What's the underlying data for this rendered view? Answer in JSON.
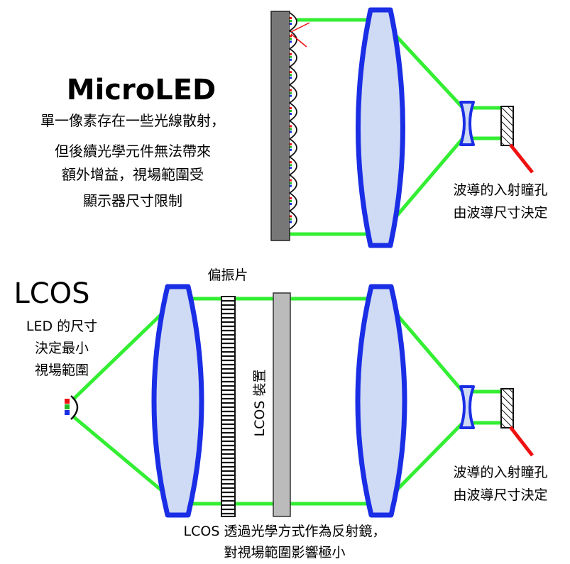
{
  "microled": {
    "title": "MicroLED",
    "description_lines": [
      "單一像素存在一些光線散射，",
      "但後續光學元件無法帶來",
      "額外增益，視場範圍受",
      "顯示器尺寸限制"
    ],
    "waveguide_note_lines": [
      "波導的入射瞳孔",
      "由波導尺寸決定"
    ]
  },
  "lcos": {
    "title": "LCOS",
    "led_note_lines": [
      "LED 的尺寸",
      "決定最小",
      "視場範圍"
    ],
    "polarizer_label": "偏振片",
    "device_label": "LCOS 裝置",
    "bottom_note_lines": [
      "LCOS 透過光學方式作為反射鏡，",
      "對視場範圍影響極小"
    ],
    "waveguide_note_lines": [
      "波導的入射瞳孔",
      "由波導尺寸決定"
    ]
  },
  "colors": {
    "beam": "#33ee33",
    "lens_stroke": "#1a2ee6",
    "lens_fill": "#cfdaf4",
    "panel": "#777777",
    "device": "#bbbbbb",
    "red": "#ee1111"
  }
}
